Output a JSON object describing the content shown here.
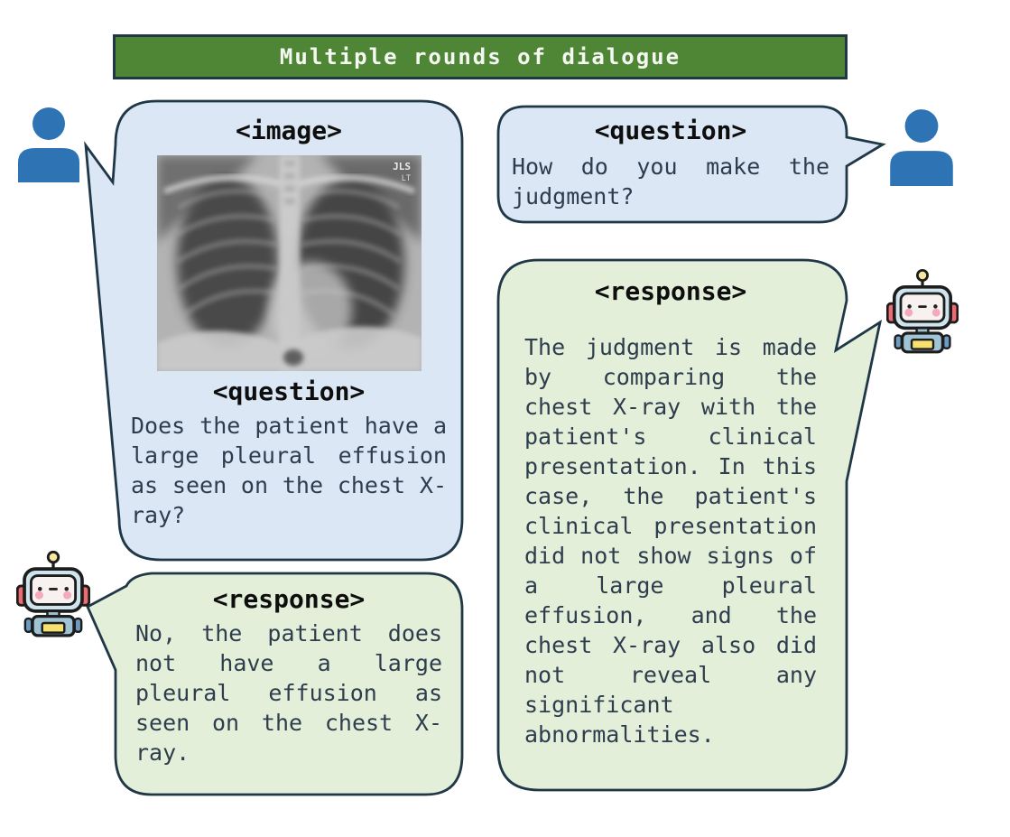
{
  "title_bar": {
    "text": "Multiple rounds of dialogue",
    "bg_color": "#4f8636"
  },
  "palette": {
    "border": "#1f3747",
    "user_bubble_fill": "#dbe7f4",
    "assistant_bubble_fill": "#e4efda",
    "person_icon_color": "#2e74b5",
    "body_text_color": "#2e3d4d",
    "header_text_color": "#0e0e0e"
  },
  "dialogue": {
    "round1": {
      "user": {
        "image_tag": "<image>",
        "question_tag": "<question>",
        "question": "Does the patient have a large pleural effusion as seen on the chest X-ray?"
      },
      "assistant": {
        "response_tag": "<response>",
        "response": "No, the patient does not have a large pleural effusion as seen on the chest X-ray."
      }
    },
    "round2": {
      "user": {
        "question_tag": "<question>",
        "question": "How do you make the judgment?"
      },
      "assistant": {
        "response_tag": "<response>",
        "response": "The judgment is made by comparing the chest X-ray with the patient's clinical presentation. In this case, the patient's clinical presentation did not show signs of a large pleural effusion, and the chest X-ray also did not reveal any significant abnormalities."
      }
    }
  },
  "xray": {
    "label_line1": "JLS",
    "label_line2": "LT"
  }
}
